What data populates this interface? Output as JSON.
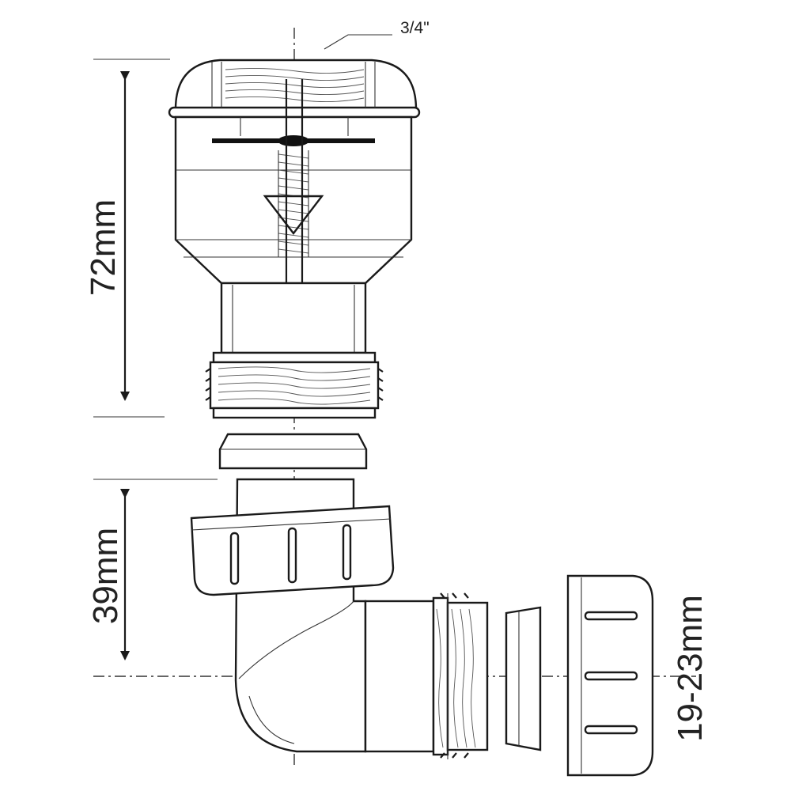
{
  "labels": {
    "thread_size": "3/4\"",
    "height_top": "72mm",
    "height_bottom": "39mm",
    "pipe_range": "19-23mm"
  }
}
